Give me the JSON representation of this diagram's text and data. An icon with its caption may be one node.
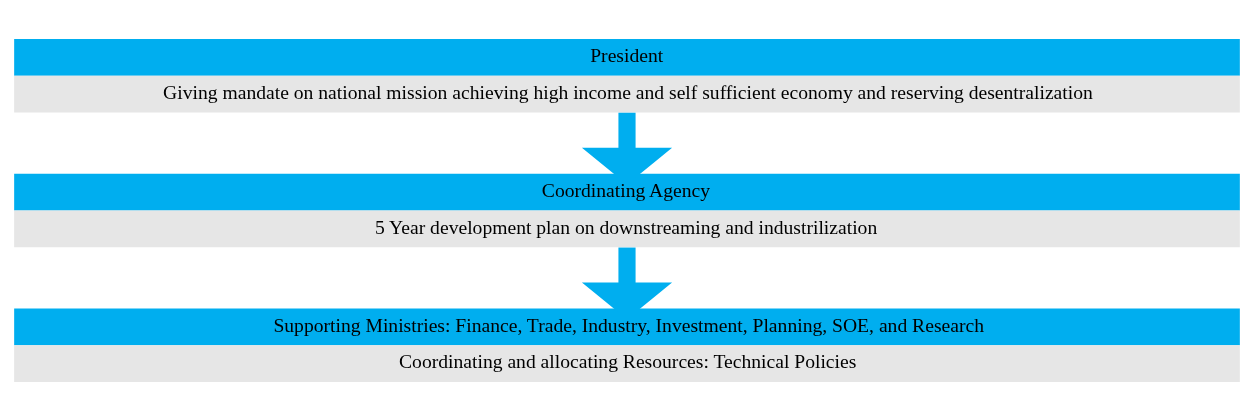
{
  "diagram": {
    "nodes": [
      {
        "text": [
          "President",
          "Giving mandate on national mission achieving high income and self sufficient economy and reserving desentralization"
        ]
      },
      {
        "text": [
          "Coordinating Agency",
          "5 Year development plan on downstreaming and industrilization"
        ]
      },
      {
        "text": [
          "Supporting Ministries: Finance, Trade, Industry, Investment, Planning, SOE, and Research",
          "Coordinating and allocating Resources: Technical Policies"
        ]
      }
    ],
    "edges": [
      {
        "from": 0,
        "to": 1,
        "arrow": "to"
      },
      {
        "from": 1,
        "to": 2,
        "arrow": "to"
      }
    ]
  }
}
